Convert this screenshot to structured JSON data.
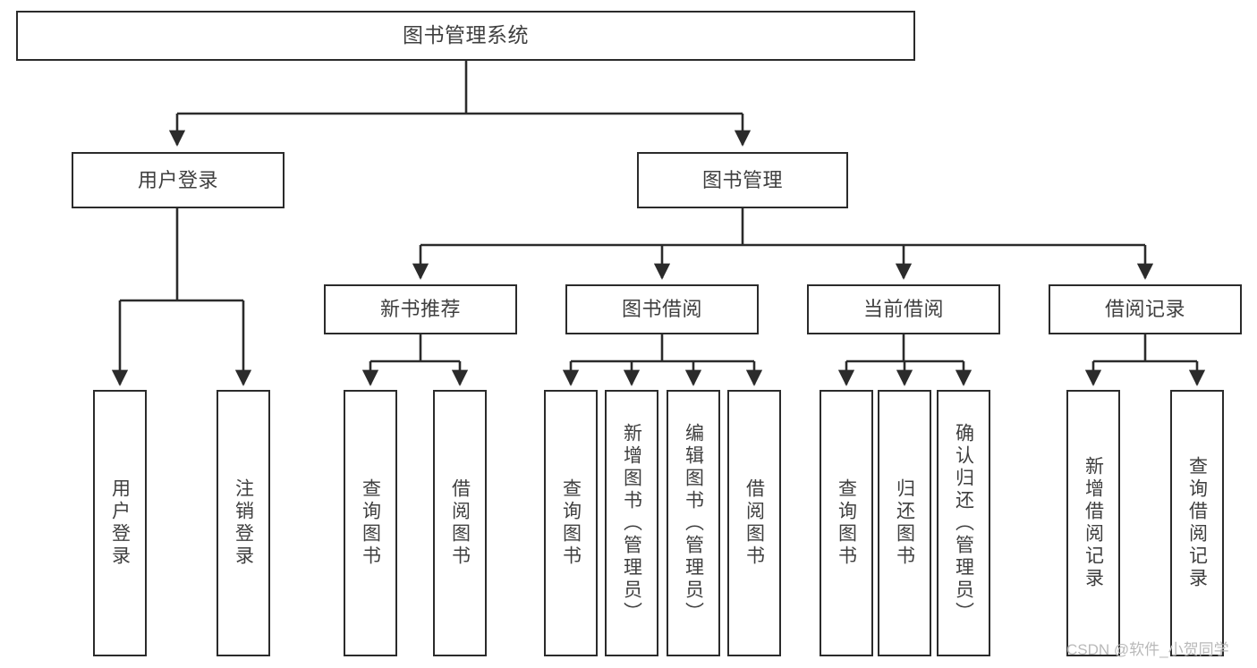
{
  "diagram": {
    "type": "tree-hierarchy",
    "title": "图书管理系统",
    "levels": 4,
    "root": {
      "id": "root",
      "label": "图书管理系统"
    },
    "level2": [
      {
        "id": "user-login",
        "label": "用户登录"
      },
      {
        "id": "book-manage",
        "label": "图书管理"
      }
    ],
    "level3": [
      {
        "id": "new-book-recommend",
        "label": "新书推荐",
        "parent": "book-manage"
      },
      {
        "id": "book-borrow",
        "label": "图书借阅",
        "parent": "book-manage"
      },
      {
        "id": "current-borrow",
        "label": "当前借阅",
        "parent": "book-manage"
      },
      {
        "id": "borrow-record",
        "label": "借阅记录",
        "parent": "book-manage"
      }
    ],
    "leaves": [
      {
        "id": "leaf-user-login",
        "label": "用户登录",
        "parent": "user-login"
      },
      {
        "id": "leaf-logout-login",
        "label": "注销登录",
        "parent": "user-login"
      },
      {
        "id": "leaf-query-book-1",
        "label": "查询图书",
        "parent": "new-book-recommend"
      },
      {
        "id": "leaf-borrow-book-1",
        "label": "借阅图书",
        "parent": "new-book-recommend"
      },
      {
        "id": "leaf-query-book-2",
        "label": "查询图书",
        "parent": "book-borrow"
      },
      {
        "id": "leaf-add-book",
        "label": "新增图书（管理员）",
        "parent": "book-borrow"
      },
      {
        "id": "leaf-edit-book",
        "label": "编辑图书（管理员）",
        "parent": "book-borrow"
      },
      {
        "id": "leaf-borrow-book-2",
        "label": "借阅图书",
        "parent": "book-borrow"
      },
      {
        "id": "leaf-query-book-3",
        "label": "查询图书",
        "parent": "current-borrow"
      },
      {
        "id": "leaf-return-book",
        "label": "归还图书",
        "parent": "current-borrow"
      },
      {
        "id": "leaf-confirm-return",
        "label": "确认归还（管理员）",
        "parent": "current-borrow"
      },
      {
        "id": "leaf-add-record",
        "label": "新增借阅记录",
        "parent": "borrow-record"
      },
      {
        "id": "leaf-query-record",
        "label": "查询借阅记录",
        "parent": "borrow-record"
      }
    ],
    "colors": {
      "border": "#2b2b2b",
      "text": "#3f3f3f",
      "background": "#ffffff",
      "connector": "#2b2b2b",
      "watermark": "#b9b9b9"
    }
  },
  "watermark": {
    "text": "CSDN @软件_小贺同学"
  }
}
